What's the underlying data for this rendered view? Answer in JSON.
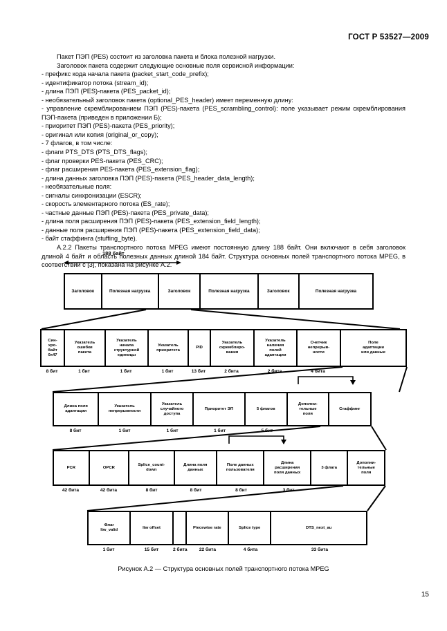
{
  "header": {
    "standard": "ГОСТ Р 53527—2009"
  },
  "body": {
    "paragraphs": [
      "Пакет ПЭП (PES) состоит из заголовка пакета и блока полезной нагрузки.",
      "Заголовок пакета содержит следующие основные поля сервисной информации:",
      "- префикс кода начала пакета (packet_start_code_prefix);",
      "- идентификатор потока (stream_id);",
      "- длина ПЭП (PES)-пакета (PES_packet_id);",
      "- необязательный заголовок пакета (optional_PES_header) имеет переменную длину:",
      "-  управление скремблированием  ПЭП (PES)-пакета (PES_scrambling_control): поле указывает режим скремблирования ПЭП-пакета (приведен в приложении Б);",
      "- приоритет ПЭП (PES)-пакета (PES_priority);",
      "- оригинал или копия (original_or_copy);",
      "- 7 флагов, в том числе:",
      "- флаги PTS_DTS (PTS_DTS_flags);",
      "- флаг проверки PES-пакета (PES_CRC);",
      "- флаг расширения PES-пакета (PES_extension_flag);",
      "- длина данных заголовка ПЭП (PES)-пакета (PES_header_data_length);",
      "- необязательные поля:",
      "- сигналы синхронизации (ESCR);",
      "- скорость элементарного потока (ES_rate);",
      "- частные данные ПЭП (PES)-пакета (PES_private_data);",
      "- длина поля расширения ПЭП (PES)-пакета (PES_extension_field_length);",
      "- данные поля расширения ПЭП (PES)-пакета (PES_extension_field_data);",
      "- байт стаффинга (stuffing_byte).",
      "A.2.2 Пакеты транспортного потока MPEG имеют постоянную длину 188 байт. Они включают в себя заголовок длиной 4 байт и область полезных данных длиной 184 байт. Структура основных полей транспортного потока MPEG, в соответствии с [3], показана на рисунке А.2."
    ]
  },
  "figure": {
    "dimension_label": "188 байт",
    "caption": "Рисунок А.2 — Структура основных полей транспортного потока MPEG",
    "row1": {
      "cells": [
        "Заголовок",
        "Полезная нагрузка",
        "Заголовок",
        "Полезная нагрузка",
        "Заголовок",
        "Полезная нагрузка"
      ]
    },
    "row2": {
      "cells": [
        "Син-\nхро-\nбайт\n0х47",
        "Указатель\nошибки\nпакета",
        "Указатель\nначала\nструктурной\nединицы",
        "Указатель\nприоритета",
        "PID",
        "Указатель\nскремблиро-\nвания",
        "Указатель\nналичия\nполей\nадаптации",
        "Счетчик\nнепрерыв-\nности",
        "Поле\nадаптации\nили данные"
      ],
      "bits": [
        "8 бит",
        "1 бит",
        "1 бит",
        "1 бит",
        "13 бит",
        "2 бита",
        "2 бита",
        "4 бита"
      ]
    },
    "row3": {
      "cells": [
        "Длина поля\nадаптации",
        "Указатель\nнепрерывности",
        "Указатель\nслучайного\nдоступа",
        "Приоритет ЭП",
        "5 флагов",
        "Дополни-\nтельные\nполя",
        "Стаффинг"
      ],
      "bits": [
        "8 бит",
        "1 бит",
        "1 бит",
        "1 бит",
        "5 бит"
      ]
    },
    "row4": {
      "cells": [
        "PCR",
        "OPCR",
        "Splice_count-\ndown",
        "Длина поля\nданных",
        "Поле данных\nпользователя",
        "Длина\nрасширения\nполя данных",
        "3 флага",
        "Дополни-\nтельные\nполя"
      ],
      "bits": [
        "42 бита",
        "42 бита",
        "8 бит",
        "8 бит",
        "8 бит",
        "3 бит"
      ]
    },
    "row5": {
      "cells": [
        "Флаг\nltw_valid",
        "ltw offset",
        "",
        "Piecewise rate",
        "Splice type",
        "DTS_next_au"
      ],
      "bits": [
        "1 бит",
        "15 бит",
        "2 бита",
        "22 бита",
        "4 бита",
        "33 бита"
      ]
    }
  },
  "page_number": "15"
}
